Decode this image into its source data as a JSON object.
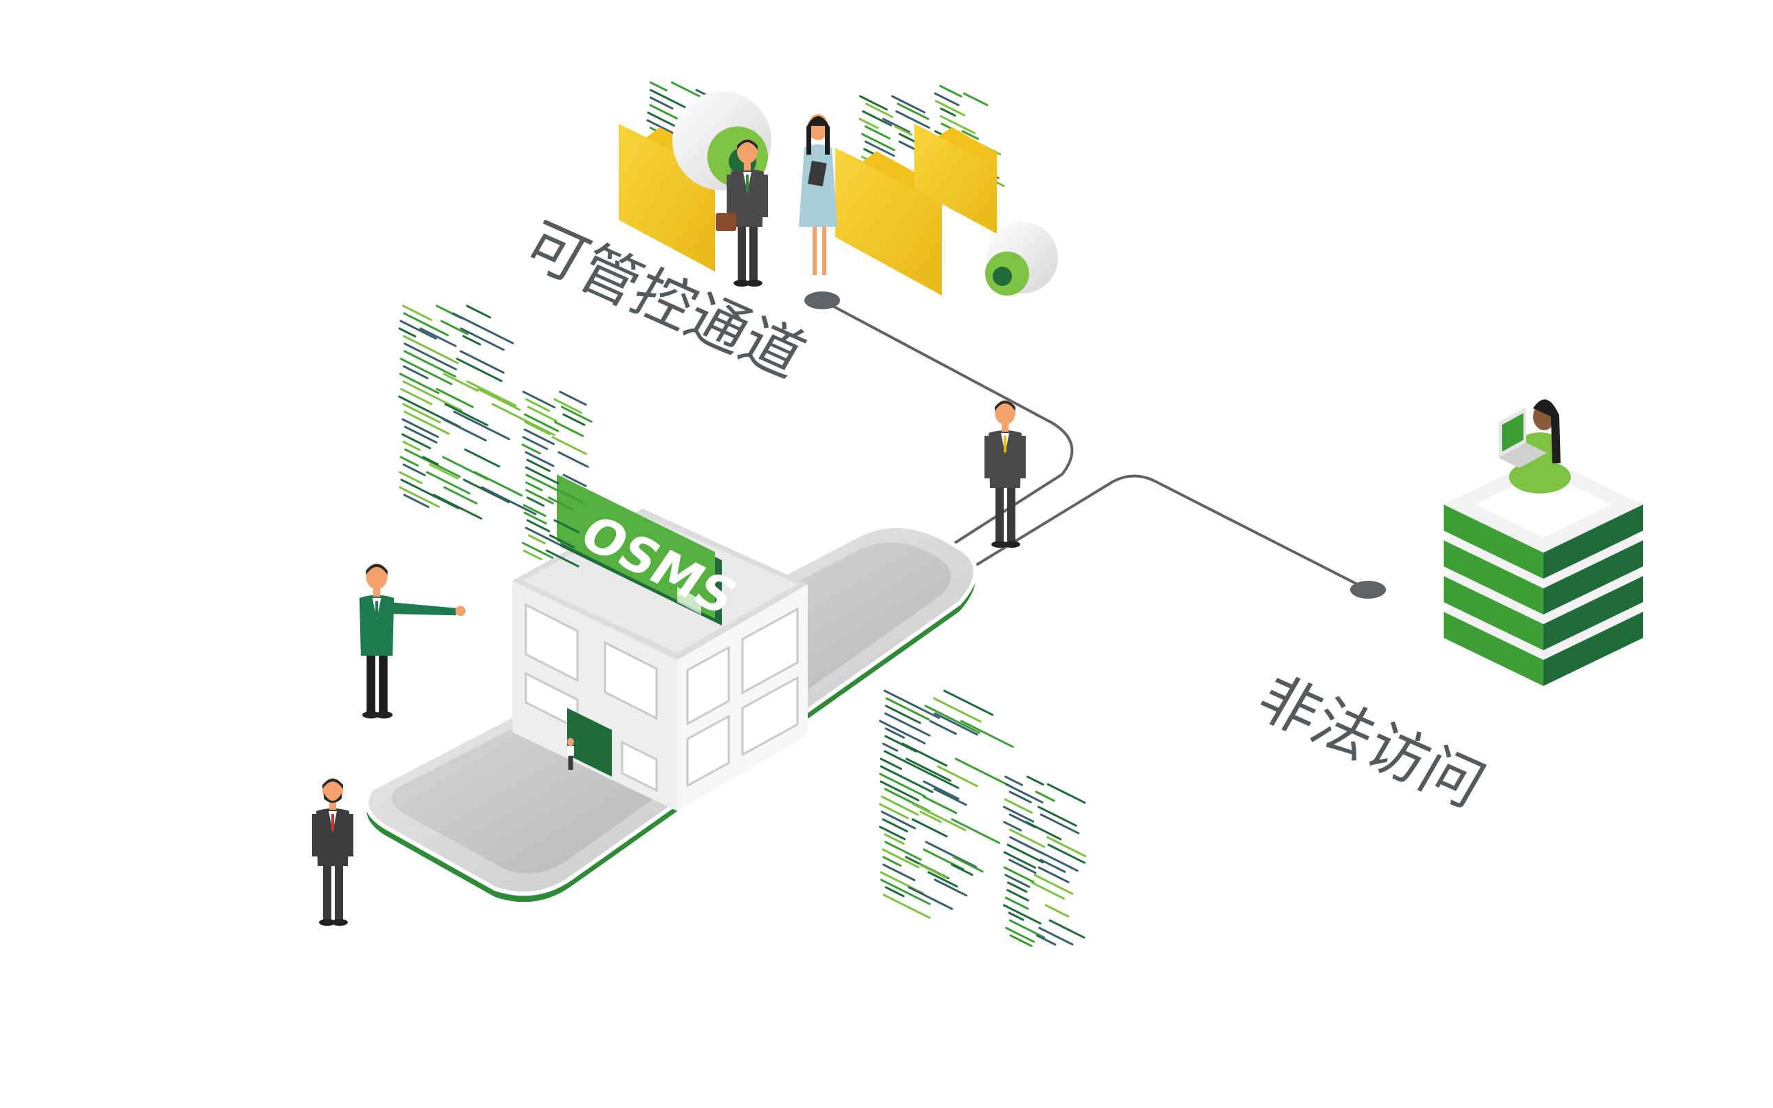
{
  "labels": {
    "controlled_channel": "可管控通道",
    "illegal_access": "非法访问",
    "building_sign": "OSMS"
  },
  "colors": {
    "brand_green": "#3d9e36",
    "light_green": "#7dc242",
    "dark_green": "#1f6b3a",
    "folder_yellow": "#f5c929",
    "line_gray": "#5f6367",
    "label_gray": "#555a5e"
  },
  "icons": [
    "folder-icon",
    "eye-icon",
    "code-stream-icon",
    "server-stack-icon",
    "laptop-icon"
  ]
}
